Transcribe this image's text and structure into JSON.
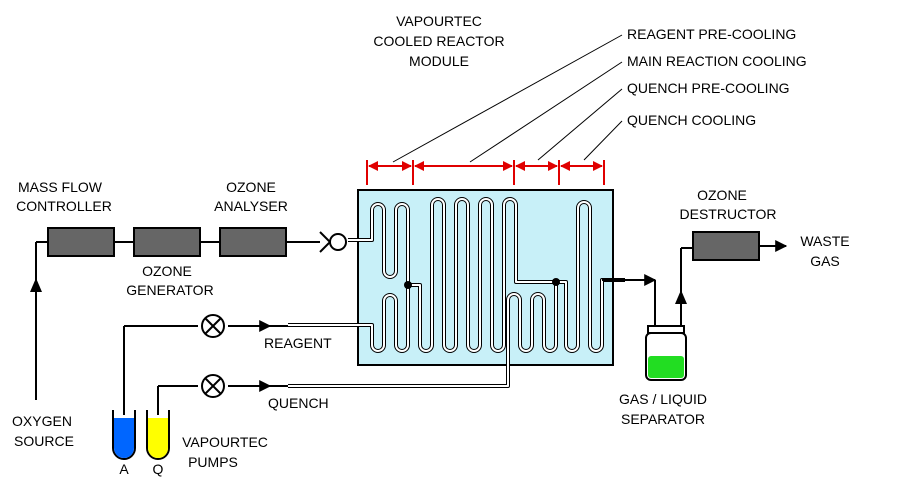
{
  "colors": {
    "reactor_fill": "#c8f0f8",
    "device_fill": "#666666",
    "dimension_red": "#e00000",
    "liquid_green": "#22dd22",
    "pump_a_blue": "#0066ff",
    "pump_q_yellow": "#ffff00"
  },
  "labels": {
    "reactor": [
      "VAPOURTEC",
      "COOLED REACTOR",
      "MODULE"
    ],
    "mass_flow": [
      "MASS FLOW",
      "CONTROLLER"
    ],
    "ozone_analyser": [
      "OZONE",
      "ANALYSER"
    ],
    "ozone_generator": [
      "OZONE",
      "GENERATOR"
    ],
    "ozone_destructor": [
      "OZONE",
      "DESTRUCTOR"
    ],
    "waste_gas": [
      "WASTE",
      "GAS"
    ],
    "oxygen_source": [
      "OXYGEN",
      "SOURCE"
    ],
    "reagent": "REAGENT",
    "quench": "QUENCH",
    "separator": [
      "GAS / LIQUID",
      "SEPARATOR"
    ],
    "pumps": [
      "VAPOURTEC",
      "PUMPS"
    ],
    "pump_a": "A",
    "pump_q": "Q",
    "zones": [
      "REAGENT PRE-COOLING",
      "MAIN REACTION COOLING",
      "QUENCH PRE-COOLING",
      "QUENCH COOLING"
    ]
  },
  "icons": [
    "check-valve-icon",
    "flow-valve-icon",
    "flow-arrow-icon"
  ]
}
